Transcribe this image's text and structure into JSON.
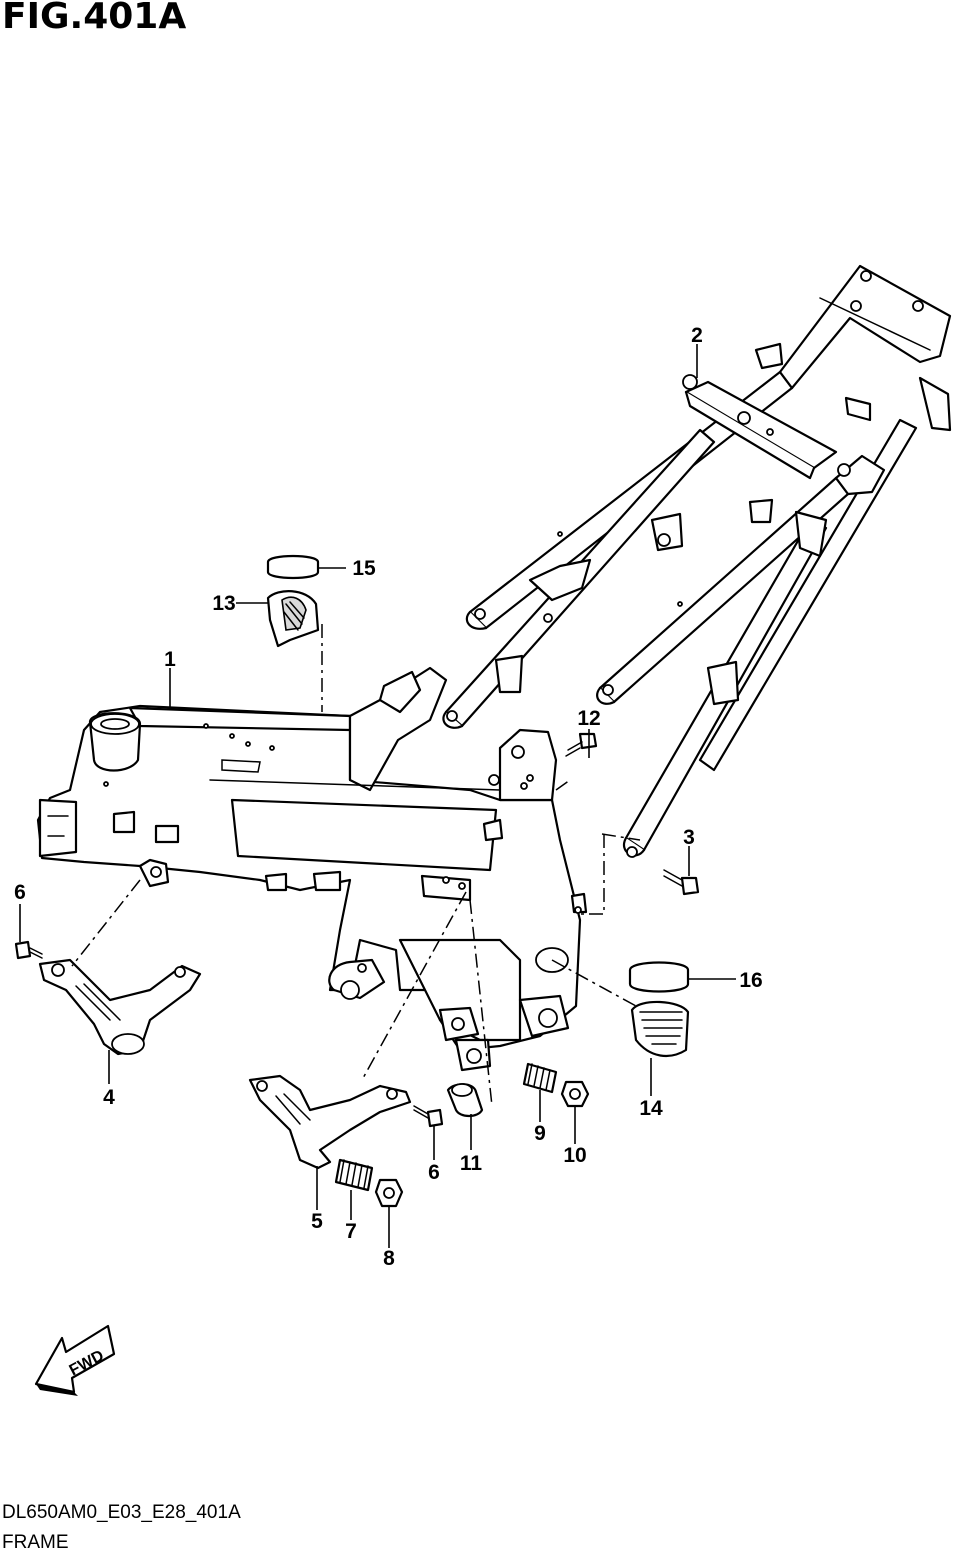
{
  "figure_title": "FIG.401A",
  "fwd_label": "FWD",
  "footer": {
    "code": "DL650AM0_E03_E28_401A",
    "name": "FRAME"
  },
  "callouts": [
    "1",
    "2",
    "3",
    "4",
    "5",
    "6",
    "6",
    "7",
    "8",
    "9",
    "10",
    "11",
    "12",
    "13",
    "14",
    "15",
    "16"
  ]
}
